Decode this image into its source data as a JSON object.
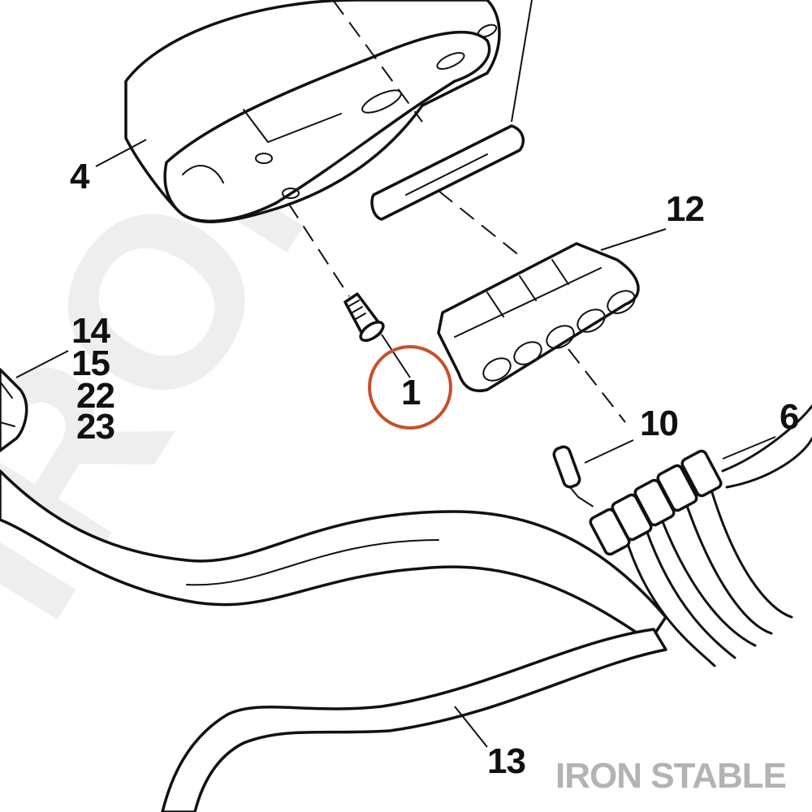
{
  "watermark": {
    "text": "IRON STABLE"
  },
  "brand": {
    "text": "IRON STABLE"
  },
  "highlight_color": "#c8502a",
  "callouts": {
    "c1": "1",
    "c4": "4",
    "c6": "6",
    "c10": "10",
    "c12": "12",
    "c13": "13",
    "c14": "14",
    "c15": "15",
    "c22": "22",
    "c23": "23"
  }
}
